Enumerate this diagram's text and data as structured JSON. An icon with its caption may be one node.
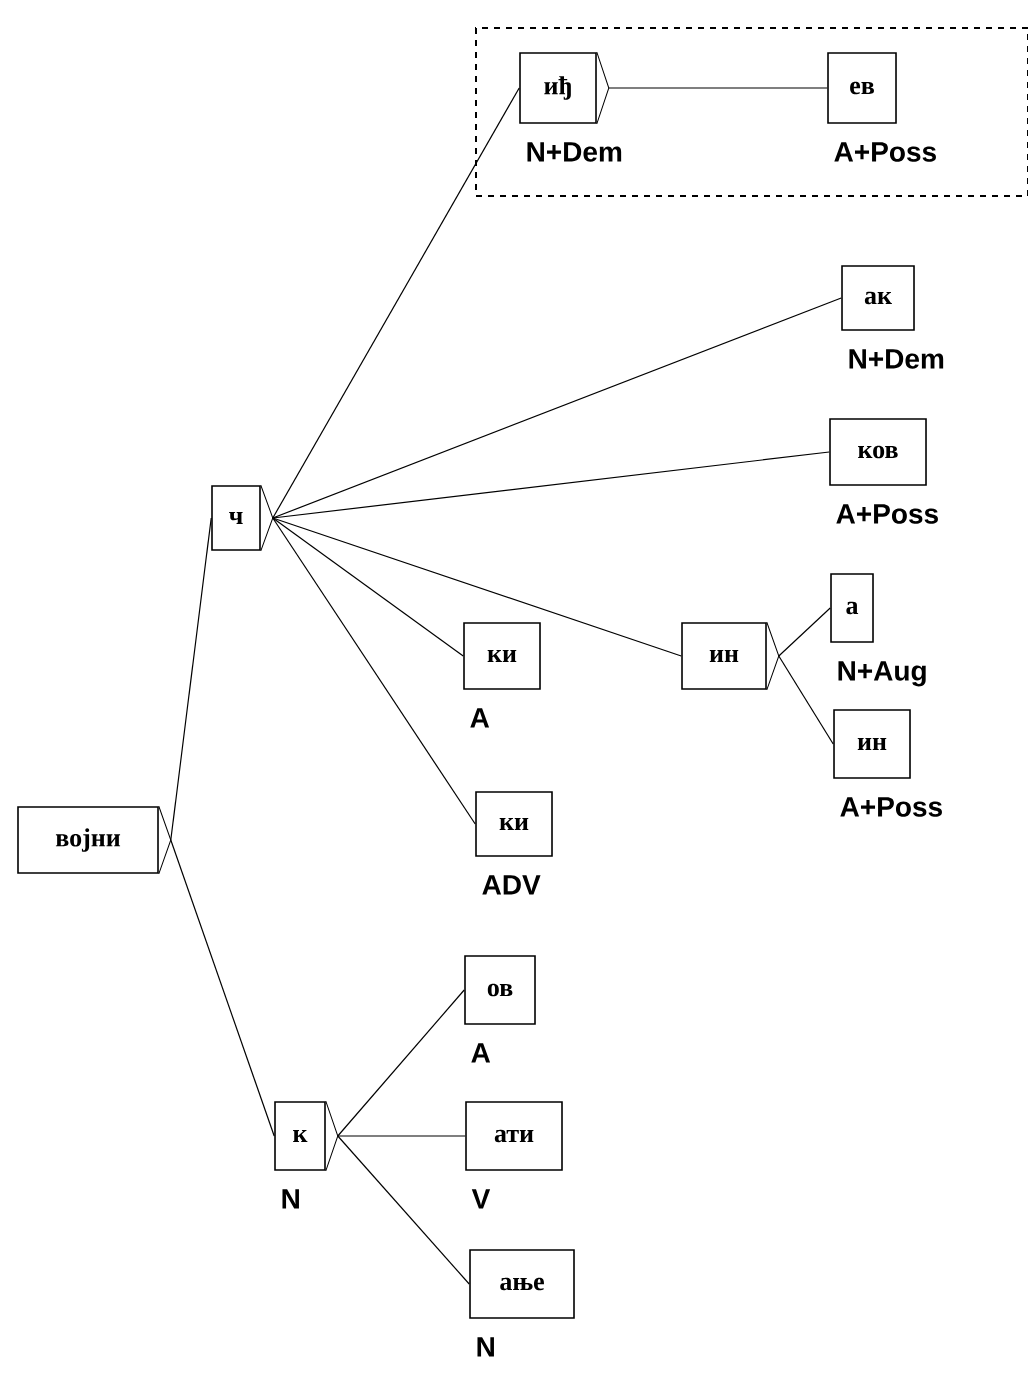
{
  "diagram": {
    "nodes": [
      {
        "text": [],
        "shape": "box"
      },
      {
        "text": [
          "иђ"
        ],
        "in": 0,
        "beside": [
          "N+Dem"
        ]
      },
      {
        "text": [
          "ев"
        ],
        "in": 0,
        "beside": [
          "A+Poss"
        ]
      },
      {
        "text": [
          "ак"
        ],
        "beside": [
          "N+Dem"
        ]
      },
      {
        "text": [
          "ков"
        ],
        "beside": [
          "A+Poss"
        ]
      },
      {
        "text": [
          "ч"
        ]
      },
      {
        "text": [
          "ки"
        ],
        "beside": [
          "A"
        ]
      },
      {
        "text": [
          "ин"
        ]
      },
      {
        "text": [
          "а"
        ],
        "beside": [
          "N+Aug"
        ]
      },
      {
        "text": [
          "ин"
        ],
        "beside": [
          "A+Poss"
        ]
      },
      {
        "text": [
          "војни"
        ]
      },
      {
        "text": [
          "ки"
        ],
        "beside": [
          "ADV"
        ]
      },
      {
        "text": [
          "ов"
        ],
        "beside": [
          "A"
        ]
      },
      {
        "text": [
          "к"
        ],
        "beside": [
          "N"
        ]
      },
      {
        "text": [
          "ати"
        ],
        "beside": [
          "V"
        ]
      },
      {
        "text": [
          "ање"
        ],
        "beside": [
          "N"
        ]
      }
    ],
    "edges": [
      {
        "from": 10,
        "to": 5,
        "arrow": "none"
      },
      {
        "from": 10,
        "to": 13,
        "arrow": "none"
      },
      {
        "from": 5,
        "to": 1,
        "arrow": "none"
      },
      {
        "from": 5,
        "to": 3,
        "arrow": "none"
      },
      {
        "from": 5,
        "to": 4,
        "arrow": "none"
      },
      {
        "from": 5,
        "to": 6,
        "arrow": "none"
      },
      {
        "from": 5,
        "to": 7,
        "arrow": "none"
      },
      {
        "from": 5,
        "to": 11,
        "arrow": "none"
      },
      {
        "from": 7,
        "to": 8,
        "arrow": "none"
      },
      {
        "from": 7,
        "to": 9,
        "arrow": "none"
      },
      {
        "from": 1,
        "to": 2,
        "arrow": "none"
      },
      {
        "from": 13,
        "to": 12,
        "arrow": "none"
      },
      {
        "from": 13,
        "to": 14,
        "arrow": "none"
      },
      {
        "from": 13,
        "to": 15,
        "arrow": "none"
      }
    ]
  }
}
